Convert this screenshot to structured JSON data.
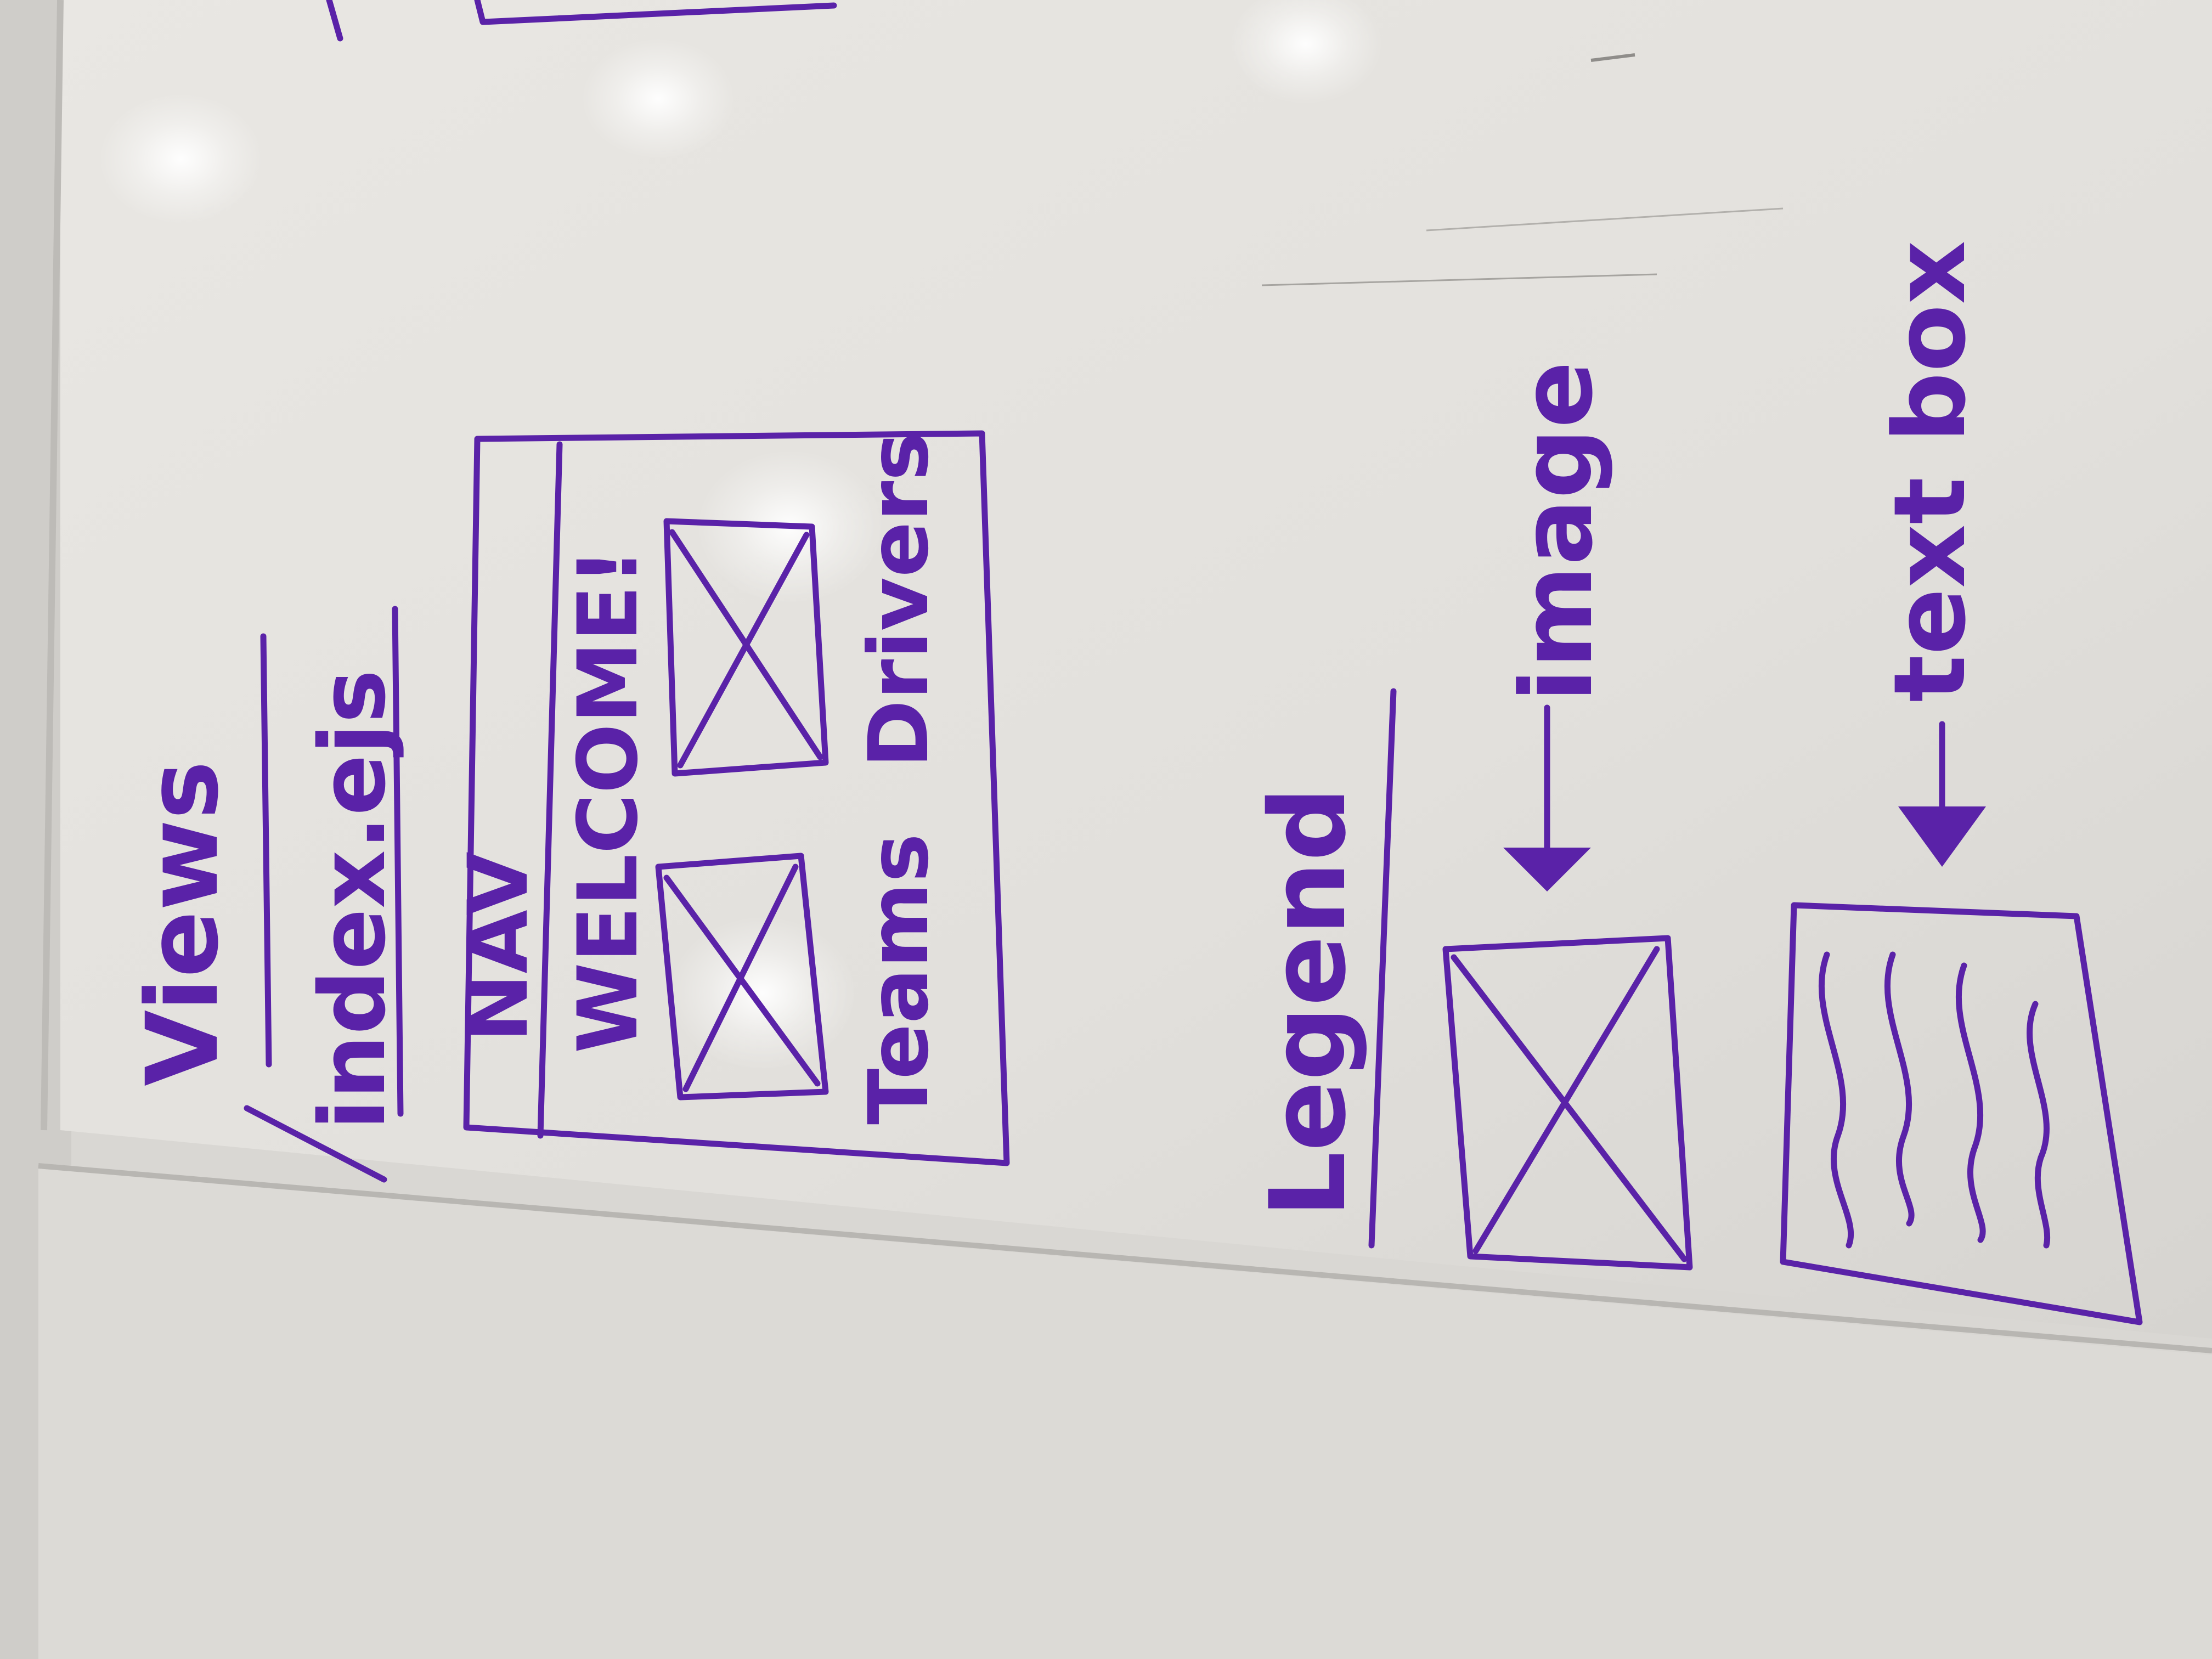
{
  "whiteboard": {
    "heading": "Views",
    "page_file": "index.ejs",
    "wireframe": {
      "nav_label": "NAV",
      "welcome_label": "WELCOME!",
      "teams_label": "Teams",
      "drivers_label": "Drivers"
    },
    "legend": {
      "title": "Legend",
      "image_label": "image",
      "text_box_label": "text box"
    }
  },
  "colors": {
    "ink": "#5a22a8",
    "board": "#e6e4e0",
    "board_lower": "#dedcd8"
  }
}
